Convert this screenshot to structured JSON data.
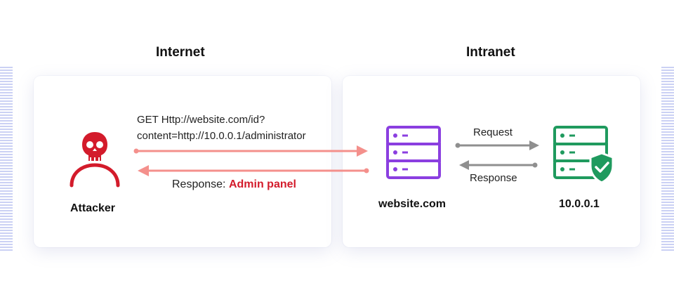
{
  "zones": {
    "internet_title": "Internet",
    "intranet_title": "Intranet"
  },
  "request": {
    "line1": "GET Http://website.com/id?",
    "line2": "content=http://10.0.0.1/administrator"
  },
  "response": {
    "prefix": "Response:",
    "highlight": "Admin panel"
  },
  "nodes": {
    "attacker": "Attacker",
    "website": "website.com",
    "internal": "10.0.0.1"
  },
  "intranet_arrows": {
    "request_label": "Request",
    "response_label": "Response"
  },
  "colors": {
    "attacker_red": "#d31b2b",
    "arrow_pink": "#f4908c",
    "server_purple": "#8b3fe0",
    "server_green": "#1f9a5e",
    "arrow_gray": "#8f8f8f"
  },
  "icons": [
    "skull-icon",
    "server-icon",
    "server-icon",
    "shield-check-icon"
  ]
}
